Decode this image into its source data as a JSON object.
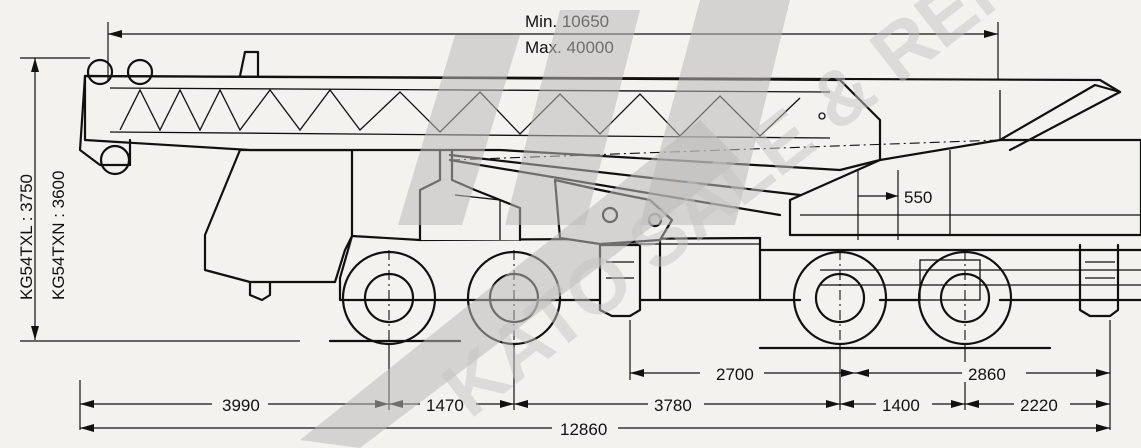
{
  "boom_length": {
    "min": "Min. 10650",
    "max": "Max. 40000"
  },
  "heights": {
    "txl": "KG54TXL : 3750",
    "txn": "KG54TXN : 3600"
  },
  "offset_550": "550",
  "dims_bottom": {
    "d3990": "3990",
    "d1470": "1470",
    "d3780": "3780",
    "d1400": "1400",
    "d2220": "2220",
    "d12860": "12860",
    "d2700": "2700",
    "d2860": "2860"
  },
  "watermark": "KATO SALE & RENTAL",
  "colors": {
    "ink": "#111111",
    "paper": "#f4f2ee",
    "watermark": "#b9b9b9"
  }
}
